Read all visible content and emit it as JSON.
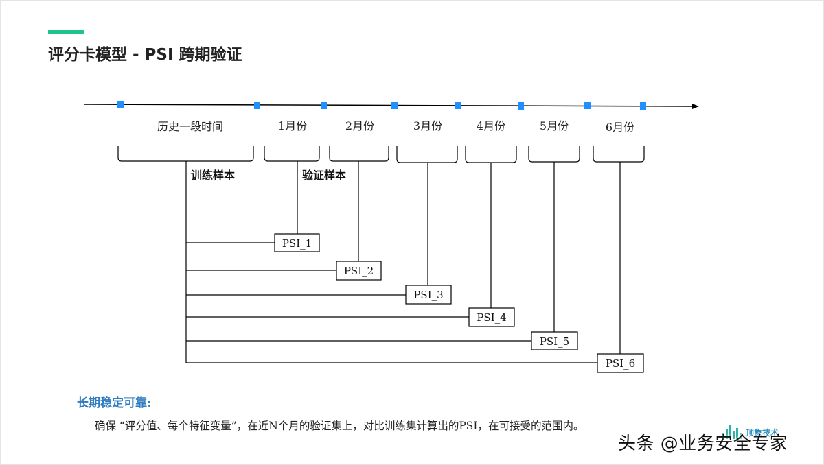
{
  "title": "评分卡模型 - PSI 跨期验证",
  "timeline": {
    "periods": [
      {
        "label": "历史一段时间"
      },
      {
        "label": "1月份"
      },
      {
        "label": "2月份"
      },
      {
        "label": "3月份"
      },
      {
        "label": "4月份"
      },
      {
        "label": "5月份"
      },
      {
        "label": "6月份"
      }
    ]
  },
  "labels": {
    "train_sample": "训练样本",
    "validation_sample": "验证样本"
  },
  "psi_boxes": [
    "PSI_1",
    "PSI_2",
    "PSI_3",
    "PSI_4",
    "PSI_5",
    "PSI_6"
  ],
  "stability": {
    "heading": "长期稳定可靠:",
    "description": "确保 “评分值、每个特征变量”，在近N个月的验证集上，对比训练集计算出的PSI，在可接受的范围内。"
  },
  "logo": {
    "text": "顶象技术"
  },
  "watermark": "头条 @业务安全专家",
  "colors": {
    "accent": "#1fc48b",
    "tick": "#1e90ff",
    "heading": "#2f7cc0",
    "line": "#000000"
  }
}
